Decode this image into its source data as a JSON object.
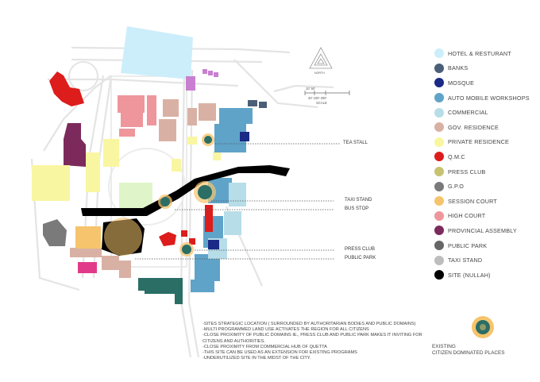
{
  "legend": [
    {
      "label": "HOTEL & RESTURANT",
      "color": "#cceefb"
    },
    {
      "label": "BANKS",
      "color": "#4b5f78"
    },
    {
      "label": "MOSQUE",
      "color": "#1b2a86"
    },
    {
      "label": "AUTO MOBILE WORKSHOPS",
      "color": "#5fa3c9"
    },
    {
      "label": "COMMERCIAL",
      "color": "#b7dde8"
    },
    {
      "label": "GOV. RESIDENCE",
      "color": "#d9b1a4"
    },
    {
      "label": "PRIVATE RESIDENCE",
      "color": "#f9f6a1"
    },
    {
      "label": "Q.M.C",
      "color": "#dd1c1c"
    },
    {
      "label": "PRESS CLUB",
      "color": "#c6c270"
    },
    {
      "label": "G.P.O",
      "color": "#7a7a7a"
    },
    {
      "label": "SESSION COURT",
      "color": "#f6c46c"
    },
    {
      "label": "HIGH COURT",
      "color": "#ee969b"
    },
    {
      "label": "PROVINCIAL ASSEMBLY",
      "color": "#7c2a5c"
    },
    {
      "label": "PUBLIC PARK",
      "color": "#666666"
    },
    {
      "label": "TAXI STAND",
      "color": "#bdbdbd"
    },
    {
      "label": "SITE (NULLAH)",
      "color": "#000000"
    }
  ],
  "callouts": {
    "tea_stall": "TEA STALL",
    "taxi_stand": "TAXI STAND",
    "bus_stop": "BUS STOP",
    "press_club": "PRESS CLUB",
    "public_park": "PUBLIC PARK"
  },
  "north_label": "NORTH",
  "scale": {
    "ticks_top": "10' 50'",
    "ticks_bottom": "20' 100' 200'",
    "label": "SCALE"
  },
  "notes": [
    "-SITES STRATEGIC LOCATION ( SURROUNDED BY AUTHORITARIAN BODIES AND  PUBLIC DOMAINS)",
    "-MULTI PROGRAMMED LAND USE ACTIVATES THE REGION FOR ALL  CITIZENS",
    "-CLOSE PROXIMITY OF PUBLIC DOMAINS IE., PRESS CLUB AND PUBLIC PARK MAKES IT INVITING FOR",
    "CITIZENS AND AUTHORITIES.",
    "-CLOSE PROXIMITY FROM COMMERCIAL HUB OF QUETTA",
    "-THIS SITE CAN BE USED AS AN EXTENSION FOR EXISTING PROGRAMS",
    "-UNDERUTILIZED SITE IN THE MIDST OF THE CITY."
  ],
  "existing": {
    "line1": "EXISTING",
    "line2": "CITIZEN DOMINATED PLACES"
  },
  "colors": {
    "hotel": "#cceefb",
    "banks": "#4b5f78",
    "mosque": "#1b2a86",
    "auto": "#5fa3c9",
    "commercial": "#b7dde8",
    "gov_res": "#d9b1a4",
    "private_res": "#f9f6a1",
    "qmc": "#dd1c1c",
    "press": "#c6c270",
    "gpo": "#7a7a7a",
    "session": "#f6c46c",
    "high_court": "#ee969b",
    "assembly": "#7c2a5c",
    "park": "#666666",
    "taxi": "#bdbdbd",
    "site": "#000000",
    "pink_bright": "#e23a8a",
    "purple_light": "#c87fd0",
    "teal_dark": "#2a6e66",
    "green_light": "#dff5c9"
  }
}
